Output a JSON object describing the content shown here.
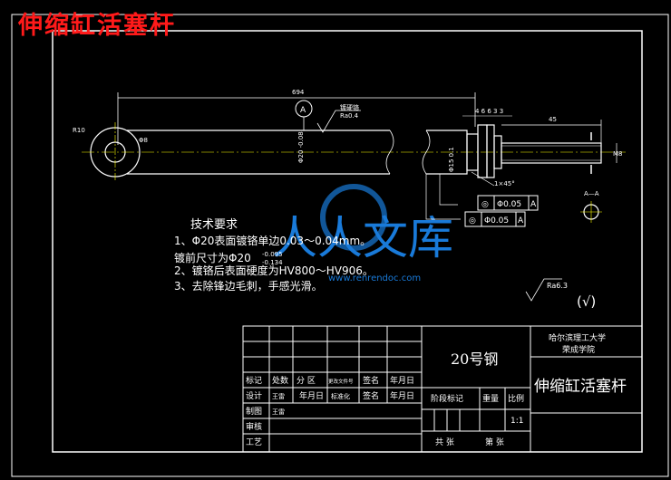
{
  "page_title": "伸缩缸活塞杆",
  "dimensions": {
    "overall_length": "694",
    "hole_diameter": "R10",
    "small_dim": "Φ8",
    "rod_diameter": "Φ20",
    "rod_tolerance": "Φ20 -0.08",
    "step_dim": "Φ15 0.1",
    "thread_length": "45",
    "thread_dim": "M8",
    "chamfer": "1×45°",
    "small_steps": [
      "4",
      "6",
      "6",
      "3",
      "3"
    ],
    "section_label": "A—A",
    "datum": "A",
    "finish_label": "镀硬铬",
    "finish_roughness": "Ra0.4"
  },
  "tolerance_frames": [
    {
      "symbol": "◎",
      "value": "Φ0.05",
      "datum": "A"
    },
    {
      "symbol": "◎",
      "value": "Φ0.05",
      "datum": "A"
    }
  ],
  "tech_requirements": {
    "title": "技术要求",
    "items": [
      "1、Φ20表面镀铬单边0.03～0.04mm。",
      "镀前尺寸为Φ20",
      "2、镀铬后表面硬度为HV800～HV906。",
      "3、去除锋边毛刺，手感光滑。"
    ],
    "tol_upper": "-0.095",
    "tol_lower": "-0.134"
  },
  "general_roughness": "Ra6.3",
  "general_roughness_check": "(√)",
  "watermark": {
    "text": "人人文库",
    "url": "www.renrendoc.com"
  },
  "title_block": {
    "university": "哈尔滨理工大学",
    "college": "荣成学院",
    "material": "20号钢",
    "part_name": "伸缩缸活塞杆",
    "rev_headers": [
      "标记",
      "处数",
      "分 区",
      "更改文件号",
      "签名",
      "年月日"
    ],
    "design_row": [
      "设计",
      "王雷",
      "年月日",
      "标准化",
      "签名",
      "年月日"
    ],
    "draw_row": [
      "制图",
      "王雷"
    ],
    "review_label": "审核",
    "process_label": "工艺",
    "stage_label": "阶段标记",
    "weight_label": "重量",
    "scale_label": "比例",
    "scale_value": "1:1",
    "sheet_total": "共  张",
    "sheet_no": "第  张"
  },
  "colors": {
    "line": "#ffffff",
    "yellow": "#ffff00",
    "green": "#00ff40",
    "red": "#ff1a1a",
    "watermark": "#1e90ff"
  }
}
